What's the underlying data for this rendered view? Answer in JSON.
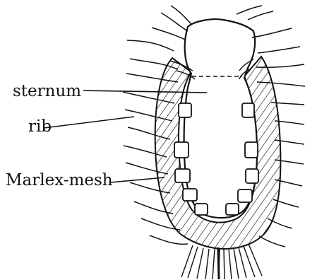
{
  "labels": {
    "sternum": "sternum",
    "rib": "rib",
    "mesh": "Marlex-mesh"
  },
  "colors": {
    "ink": "#111111",
    "paper": "#ffffff"
  }
}
